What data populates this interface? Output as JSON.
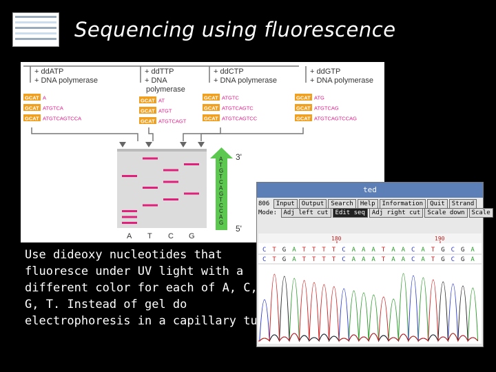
{
  "slide": {
    "title": "Sequencing using fluorescence",
    "caption_lines": [
      "Use dideoxy nucleotides that",
      "fluoresce under UV light with a",
      "different color for each of A, C,",
      "G, T. Instead of gel do",
      "electrophoresis in a capillary tube."
    ]
  },
  "diagram": {
    "reactions": [
      {
        "label1": "+ ddATP",
        "label2": "+ DNA polymerase",
        "label3": "",
        "products": [
          "A",
          "ATGTCA",
          "ATGTCAGTCCA"
        ]
      },
      {
        "label1": "+ ddTTP",
        "label2": "+ DNA",
        "label3": "polymerase",
        "products": [
          "AT",
          "ATGT",
          "ATGTCAGT"
        ]
      },
      {
        "label1": "+ ddCTP",
        "label2": "+ DNA polymerase",
        "label3": "",
        "products": [
          "ATGTC",
          "ATGTCAGTC",
          "ATGTCAGTCC"
        ]
      },
      {
        "label1": "+ ddGTP",
        "label2": "+ DNA polymerase",
        "label3": "",
        "products": [
          "ATG",
          "ATGTCAG",
          "ATGTCAGTCCAG"
        ]
      }
    ],
    "primer": "GCAT",
    "lanes": [
      "A",
      "T",
      "C",
      "G"
    ],
    "read_sequence": [
      "G",
      "A",
      "C",
      "C",
      "T",
      "G",
      "A",
      "C",
      "T",
      "G",
      "T",
      "A"
    ],
    "end3": "3'",
    "end5": "5'",
    "colors": {
      "primer": "#f0a020",
      "product": "#e0208a",
      "band": "#e0207a",
      "arrow": "#5cc850",
      "gel": "#dcdcdc"
    }
  },
  "software": {
    "window_title": "ted",
    "line_number": "806",
    "menu_buttons": [
      "Input",
      "Output",
      "Search",
      "Help",
      "Information",
      "Quit",
      "Strand"
    ],
    "mode_label": "Mode:",
    "mode_buttons": [
      "Adj left cut",
      "Edit seq",
      "Adj right cut",
      "Scale down",
      "Scale"
    ],
    "mode_selected": "Edit seq",
    "positions": [
      "180",
      "190"
    ],
    "base_row1": [
      "C",
      "T",
      "G",
      "A",
      "T",
      "T",
      "T",
      "T",
      "C",
      "A",
      "A",
      "A",
      "T",
      "A",
      "A",
      "C",
      "A",
      "T",
      "G",
      "C",
      "G",
      "A"
    ],
    "base_row2": [
      "C",
      "T",
      "G",
      "A",
      "T",
      "T",
      "T",
      "T",
      "C",
      "A",
      "A",
      "A",
      "T",
      "A",
      "A",
      "C",
      "A",
      "T",
      "G",
      "C",
      "G",
      "A"
    ],
    "colors": {
      "A": "#2a9a2a",
      "C": "#2a3ad0",
      "G": "#222222",
      "T": "#d02020",
      "titlebar": "#5b7fb6"
    }
  }
}
